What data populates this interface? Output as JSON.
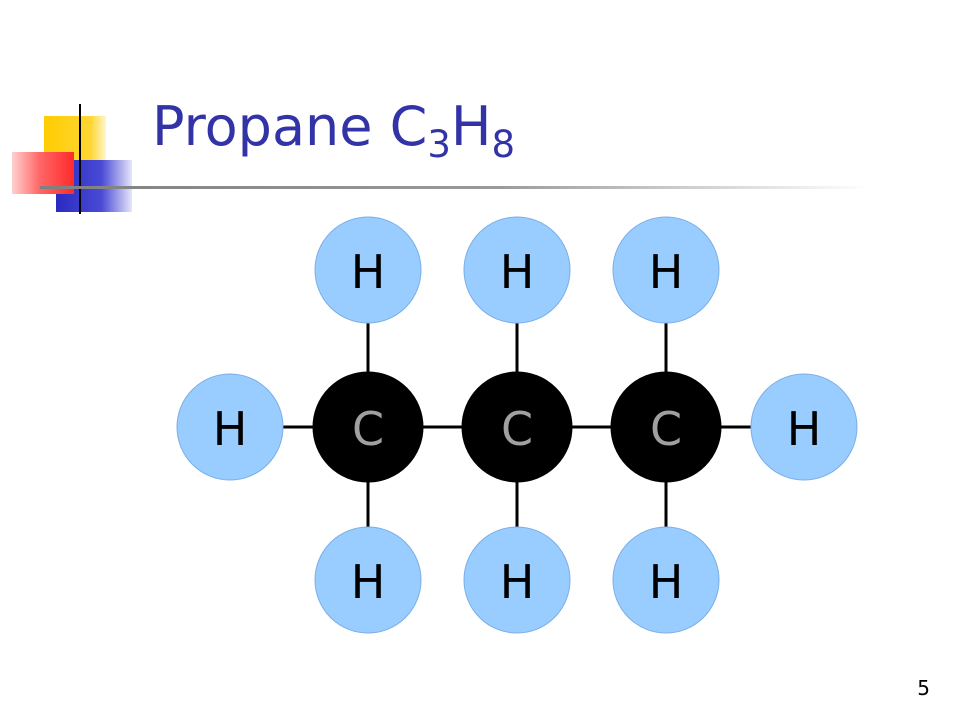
{
  "slide": {
    "title_main": "Propane C",
    "title_sub_1": "3",
    "title_mid": "H",
    "title_sub_2": "8",
    "slide_number": "5"
  },
  "molecule": {
    "atoms": [
      {
        "id": "c1",
        "element": "C",
        "label": "C",
        "role": "carbon",
        "col": 1,
        "row": 1
      },
      {
        "id": "c2",
        "element": "C",
        "label": "C",
        "role": "carbon",
        "col": 2,
        "row": 1
      },
      {
        "id": "c3",
        "element": "C",
        "label": "C",
        "role": "carbon",
        "col": 3,
        "row": 1
      },
      {
        "id": "h-top-1",
        "element": "H",
        "label": "H",
        "role": "hydrogen",
        "col": 1,
        "row": 0
      },
      {
        "id": "h-top-2",
        "element": "H",
        "label": "H",
        "role": "hydrogen",
        "col": 2,
        "row": 0
      },
      {
        "id": "h-top-3",
        "element": "H",
        "label": "H",
        "role": "hydrogen",
        "col": 3,
        "row": 0
      },
      {
        "id": "h-left",
        "element": "H",
        "label": "H",
        "role": "hydrogen",
        "col": 0,
        "row": 1
      },
      {
        "id": "h-right",
        "element": "H",
        "label": "H",
        "role": "hydrogen",
        "col": 4,
        "row": 1
      },
      {
        "id": "h-bottom-1",
        "element": "H",
        "label": "H",
        "role": "hydrogen",
        "col": 1,
        "row": 2
      },
      {
        "id": "h-bottom-2",
        "element": "H",
        "label": "H",
        "role": "hydrogen",
        "col": 2,
        "row": 2
      },
      {
        "id": "h-bottom-3",
        "element": "H",
        "label": "H",
        "role": "hydrogen",
        "col": 3,
        "row": 2
      }
    ],
    "bonds": [
      [
        "h-left",
        "c1"
      ],
      [
        "c1",
        "c2"
      ],
      [
        "c2",
        "c3"
      ],
      [
        "c3",
        "h-right"
      ],
      [
        "c1",
        "h-top-1"
      ],
      [
        "c2",
        "h-top-2"
      ],
      [
        "c3",
        "h-top-3"
      ],
      [
        "c1",
        "h-bottom-1"
      ],
      [
        "c2",
        "h-bottom-2"
      ],
      [
        "c3",
        "h-bottom-3"
      ]
    ],
    "colors": {
      "carbon_fill": "#000000",
      "carbon_text": "#a0a0a0",
      "hydrogen_fill": "#99ccff",
      "hydrogen_text": "#000000",
      "bond": "#000000"
    }
  },
  "colors": {
    "title": "#3333a8",
    "decoration_yellow": "#ffcc00",
    "decoration_blue": "#3333cc",
    "decoration_red": "#ff3333"
  }
}
